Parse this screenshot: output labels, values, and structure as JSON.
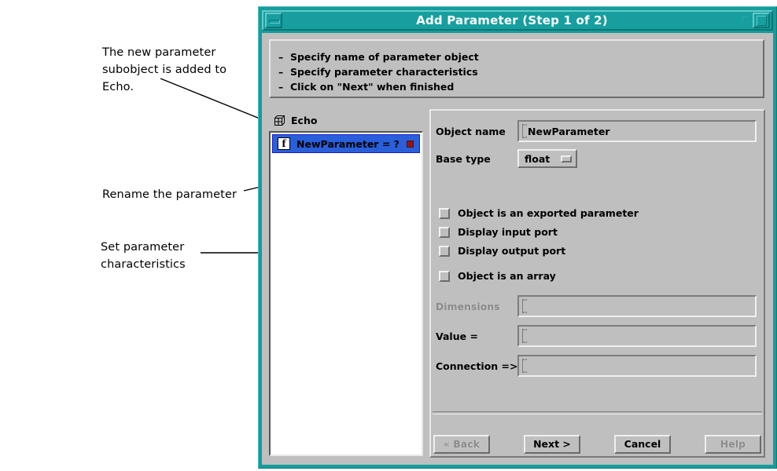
{
  "annotations": [
    {
      "id": "note-new-parameter",
      "text": "The new parameter\nsubobject is added to\nEcho."
    },
    {
      "id": "note-rename",
      "text": "Rename the parameter"
    },
    {
      "id": "note-characteristics",
      "text": "Set parameter\ncharacteristics"
    }
  ],
  "window": {
    "title": "Add Parameter (Step 1 of 2)",
    "titlebar_color": "#179f9f",
    "frame_color": "#169c9c",
    "dialog_background": "#bfbfbf",
    "controls": {
      "minimize": "minimize-icon",
      "restore": "restore-icon",
      "maximize": "maximize-icon"
    }
  },
  "instructions": [
    "–  Specify name of parameter object",
    "–  Specify parameter characteristics",
    "–  Click on \"Next\" when finished"
  ],
  "tree": {
    "root": {
      "label": "Echo",
      "icon": "macro-grid-icon"
    },
    "items": [
      {
        "label": "NewParameter = ?",
        "icon": "function-f-icon",
        "selected": true,
        "marker": "red-square-marker",
        "selection_color": "#2a5fdb",
        "marker_color": "#8f1616"
      }
    ]
  },
  "form": {
    "object_name": {
      "label": "Object name",
      "value": "NewParameter"
    },
    "base_type": {
      "label": "Base type",
      "selected": "float"
    },
    "checkboxes": [
      {
        "label": "Object is an exported parameter",
        "checked": false
      },
      {
        "label": "Display input port",
        "checked": false
      },
      {
        "label": "Display output port",
        "checked": false
      },
      {
        "label": "Object is an array",
        "checked": false
      }
    ],
    "dimensions": {
      "label": "Dimensions",
      "value": "",
      "disabled": true
    },
    "value": {
      "label": "Value =",
      "value": "",
      "disabled": false
    },
    "connection": {
      "label": "Connection =>",
      "value": "",
      "disabled": false
    }
  },
  "buttons": [
    {
      "id": "back",
      "label": "« Back",
      "disabled": true
    },
    {
      "id": "next",
      "label": "Next >",
      "disabled": false
    },
    {
      "id": "cancel",
      "label": "Cancel",
      "disabled": false
    },
    {
      "id": "help",
      "label": "Help",
      "disabled": true
    }
  ]
}
